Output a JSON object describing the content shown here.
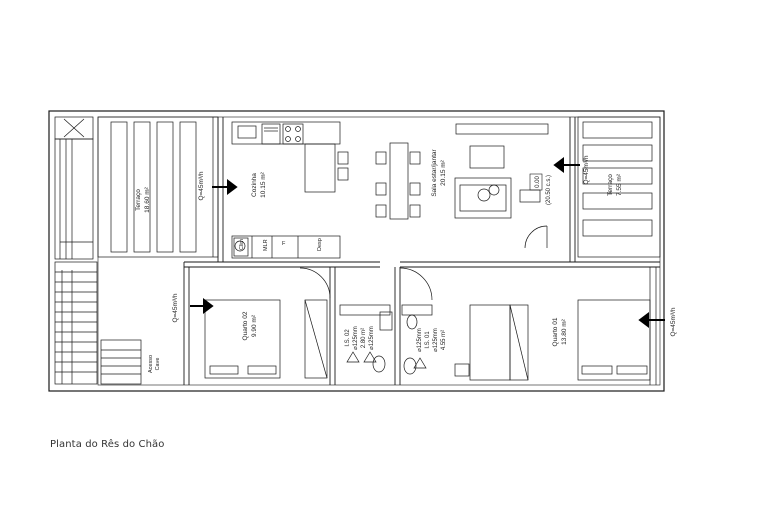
{
  "caption": "Planta do Rês do Chão",
  "rooms": {
    "terrace_left": {
      "name": "Terraço",
      "area": "18.60 m²"
    },
    "kitchen": {
      "name": "Cozinha",
      "area": "10.15 m²"
    },
    "living": {
      "name": "Sala estar/jantar",
      "area": "20.15 m²"
    },
    "terrace_right": {
      "name": "Terraço",
      "area": "7.55 m²"
    },
    "bedroom2": {
      "name": "Quarto 02",
      "area": "9.90 m²"
    },
    "bathroom2": {
      "name": "I.S. 02",
      "area": "2.80 m²"
    },
    "bathroom1": {
      "name": "I.S. 01",
      "area": "4.55 m²"
    },
    "bedroom1": {
      "name": "Quarto 01",
      "area": "13.80 m²"
    }
  },
  "airflow": {
    "terrace_left": "Q=45m³/h",
    "terrace_right": "Q=45m³/h",
    "bedroom2": "Q=45m³/h",
    "bedroom1": "Q=45m³/h"
  },
  "ducts": {
    "bath2_a": "⌀125mm",
    "bath2_b": "⌀125mm",
    "bath1_a": "⌀125mm",
    "bath1_b": "⌀125mm"
  },
  "levels": {
    "main": "0.00",
    "secondary": "(20.50 c.s.)"
  },
  "appliances": {
    "clima": "Clim",
    "mlr": "MLR",
    "fridge": "F",
    "storage": "Desp"
  },
  "access": {
    "label_1": "Acesso",
    "label_2": "Cave"
  },
  "colors": {
    "line": "#1a1a1a",
    "wall_fill": "#ffffff",
    "arrow": "#000000"
  }
}
